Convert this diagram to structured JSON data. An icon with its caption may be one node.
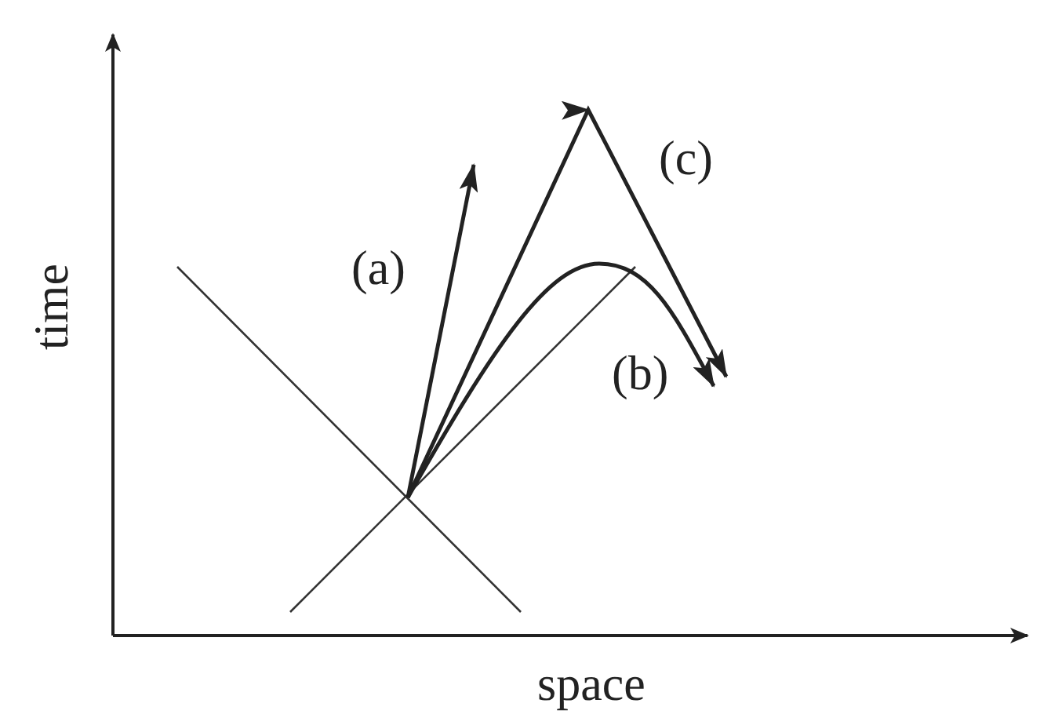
{
  "diagram": {
    "labels": [
      "time",
      "(a)",
      "(c)",
      "(b)",
      "space"
    ]
  }
}
